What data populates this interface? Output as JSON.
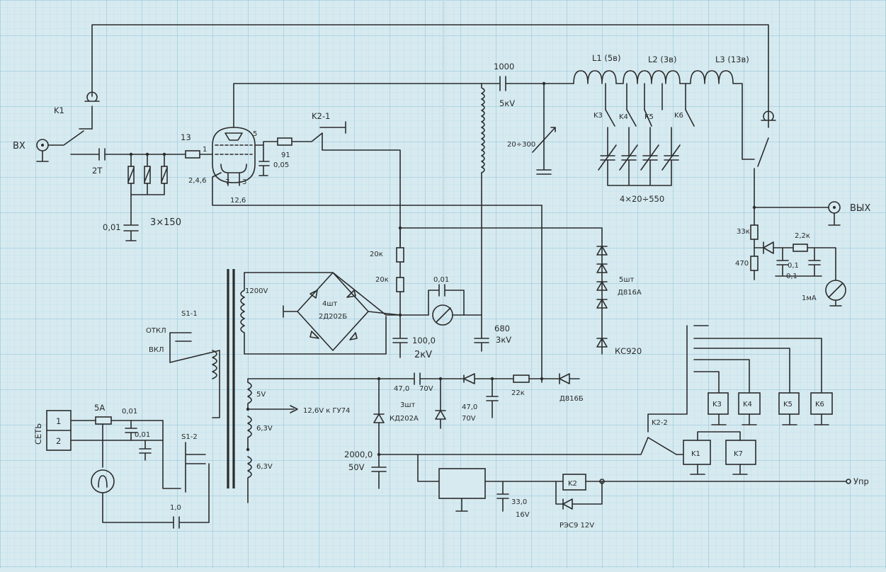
{
  "paper": {
    "background": "#d6eaf0",
    "grid_minor": "#b9d9e6",
    "grid_major": "#8cc0d6",
    "ink": "#2b2b2b"
  },
  "labels": {
    "input_connector": "ВХ",
    "output_connector": "ВЫХ",
    "k1": "K1",
    "k2_1": "K2-1",
    "k2_2": "K2-2",
    "k3": "K3",
    "k4": "K4",
    "k5": "K5",
    "k6": "K6",
    "k7": "K7",
    "k2_coil": "K2",
    "s1_1": "S1-1",
    "s1_2": "S1-2",
    "s1_off": "ОТКЛ",
    "s1_on": "ВКЛ",
    "mains": "СЕТЬ",
    "mains_pin1": "1",
    "mains_pin2": "2",
    "fuse": "5A",
    "c_mains1": "0,01",
    "c_mains2": "0,01",
    "c_mains3": "1,0",
    "input_cap": "2T",
    "grid_res_value": "13",
    "grid_chokes": "3×150",
    "grid_bypass": "0,01",
    "tube_pin1": "1",
    "tube_pin5": "5",
    "tube_pin3": "3",
    "tube_pin7": "7",
    "heater_24": "2,4,6",
    "heater_12": "12,6",
    "screen_res": "91",
    "screen_cap": "0,05",
    "coupling_cap": "1000",
    "coupling_voltage": "5кV",
    "tune_cap": "20÷300",
    "l1": "L1 (5в)",
    "l2": "L2 (3в)",
    "l3": "L3 (13в)",
    "load_caps": "4×20÷550",
    "hv_winding": "1200V",
    "bridge": "4шт",
    "bridge_type": "2Д202Б",
    "r_divider1": "20к",
    "r_divider2": "20к",
    "meter_cap": "0,01",
    "filter_cap": "100,0",
    "filter_voltage": "2кV",
    "anode_cap": "680",
    "anode_cap_voltage": "3кV",
    "zener_count": "5шт",
    "zener_type": "Д816А",
    "zener_bottom": "КС920",
    "sec_5v": "5V",
    "sec_63a": "6,3V",
    "sec_63b": "6,3V",
    "heater_feed": "12,6V к ГУ74",
    "doubler_cap": "47,0",
    "doubler_cap_v": "70V",
    "diodes_count": "3шт",
    "diodes_type": "КД202А",
    "doubler_cap2": "47,0",
    "doubler_cap2_v": "70V",
    "r22": "22к",
    "zener_bias": "Д816Б",
    "big_cap": "2000,0",
    "big_cap_v": "50V",
    "reg_cap": "33,0",
    "reg_cap_v": "16V",
    "relay_type": "РЭС9 12V",
    "control": "Упр",
    "sense_r1": "33к",
    "sense_r2": "470",
    "sense_r3": "2,2к",
    "sense_c1": "0,1",
    "sense_c2": "0,1",
    "meter_1ma": "1мА"
  }
}
